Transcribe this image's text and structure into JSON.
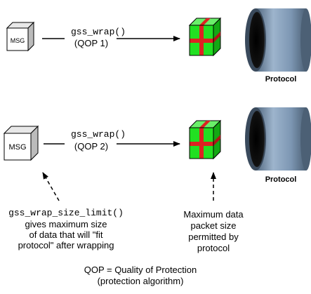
{
  "rows": [
    {
      "msg_label": "MSG",
      "function_name": "gss_wrap()",
      "qop_label": "(QOP 1)",
      "protocol_label": "Protocol"
    },
    {
      "msg_label": "MSG",
      "function_name": "gss_wrap()",
      "qop_label": "(QOP 2)",
      "protocol_label": "Protocol"
    }
  ],
  "notes": {
    "left": {
      "function_name": "gss_wrap_size_limit()",
      "lines": [
        "gives maximum size",
        "of data that will \"fit",
        "protocol\" after wrapping"
      ]
    },
    "right": {
      "lines": [
        "Maximum data",
        "packet size",
        "permitted by",
        "protocol"
      ]
    }
  },
  "legend": {
    "line1": "QOP = Quality of Protection",
    "line2": "(protection algorithm)"
  },
  "colors": {
    "box_green": "#22e022",
    "ribbon_red": "#dd2222",
    "cylinder_blue": "#6f8aa8",
    "msg_box_fill": "#ffffff"
  }
}
